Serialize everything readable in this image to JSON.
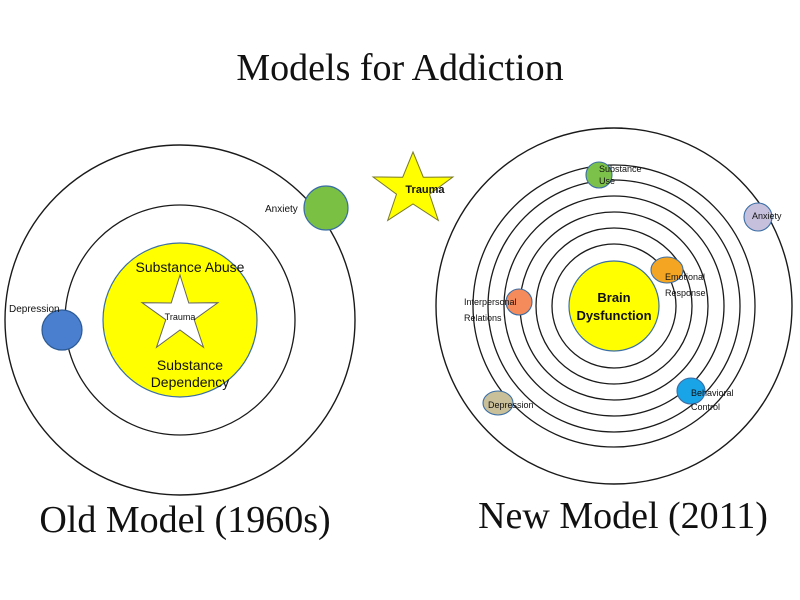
{
  "title": "Models for Addiction",
  "captions": {
    "old_model": "Old Model (1960s)",
    "new_model": "New Model (2011)"
  },
  "trauma_star": {
    "label": "Trauma",
    "color": "#ffff00"
  },
  "old_model": {
    "core_top": "Substance Abuse",
    "center_label": "Trauma",
    "core_bottom_line1": "Substance",
    "core_bottom_line2": "Dependency",
    "anxiety": "Anxiety",
    "depression": "Depression"
  },
  "new_model": {
    "core_line1": "Brain",
    "core_line2": "Dysfunction",
    "substance_use_line1": "Substance",
    "substance_use_line2": "Use",
    "anxiety": "Anxiety",
    "emotional_line1": "Emotional",
    "emotional_line2": "Response",
    "interpersonal_line1": "Interpersonal",
    "interpersonal_line2": "Relations",
    "behavioral_line1": "Behavioral",
    "behavioral_line2": "Control",
    "depression": "Depression"
  },
  "colors": {
    "core": "#ffff00",
    "anxiety_old": "#7ac143",
    "depression_old": "#4a7fd0",
    "substance_use": "#7cc24a",
    "anxiety_new": "#c6c0dc",
    "emotional_response": "#f4a521",
    "interpersonal_relations": "#f58a5a",
    "behavioral_control": "#1aa4e8",
    "depression_new": "#c9bf98"
  }
}
